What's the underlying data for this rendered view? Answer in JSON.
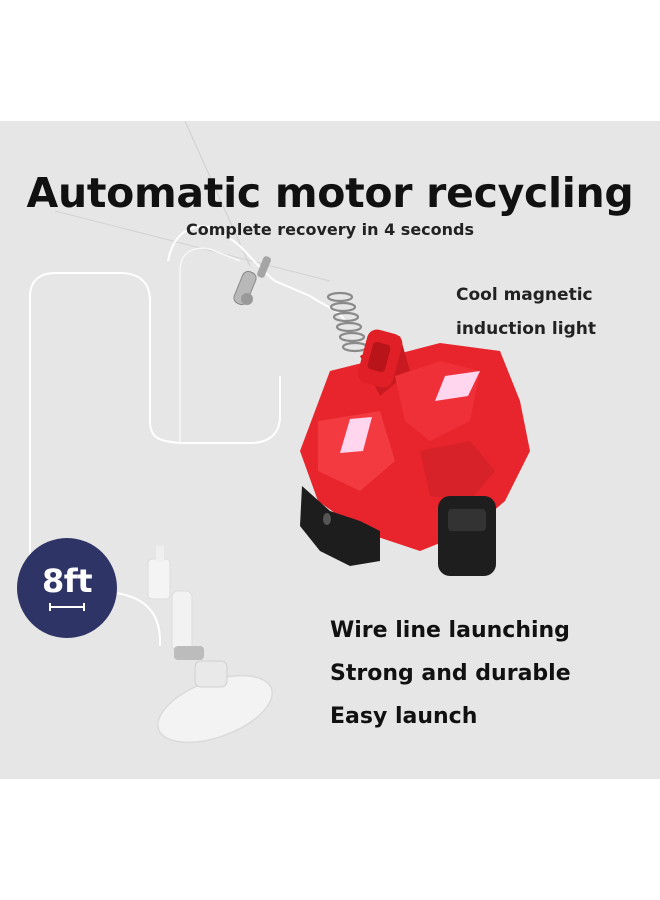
{
  "headline": "Automatic motor recycling",
  "subheadline": "Complete recovery in 4 seconds",
  "feature_top": [
    "Cool magnetic",
    "induction light"
  ],
  "features": [
    "Wire line launching",
    "Strong and durable",
    "Easy launch"
  ],
  "badge": {
    "text": "8ft",
    "color": "#2f3466"
  },
  "colors": {
    "panel_bg": "#e6e6e6",
    "toy_red": "#e8242c",
    "light_pink": "#ffd6ee"
  }
}
